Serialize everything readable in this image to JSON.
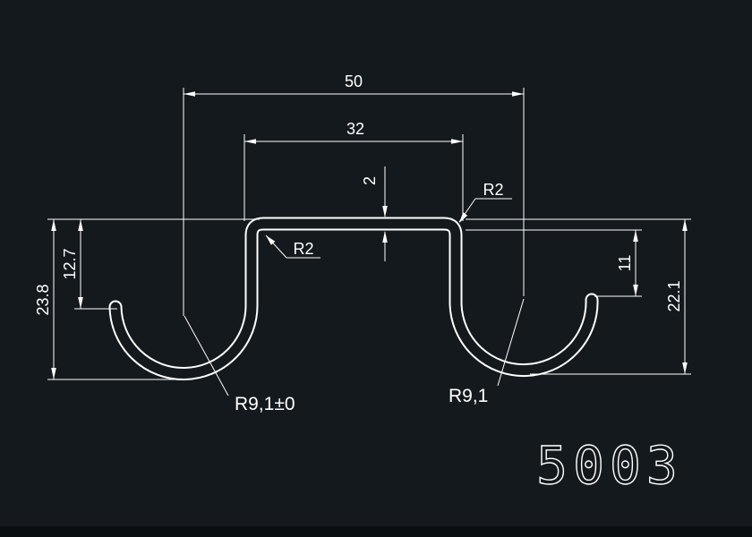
{
  "colors": {
    "background": "#14191d",
    "line_color": "#ffffff"
  },
  "part_number": "5003",
  "dimensions": {
    "overall_width": "50",
    "top_opening_width": "32",
    "wall_thickness": "2",
    "top_right_corner_radius": "R2",
    "top_left_corner_radius": "R2",
    "left_hook_tip_drop": "12.7",
    "left_overall_height": "23.8",
    "right_hook_tip_drop": "11",
    "right_overall_height": "22.1",
    "left_hook_radius": "R9,1±0",
    "right_hook_radius": "R9,1"
  }
}
